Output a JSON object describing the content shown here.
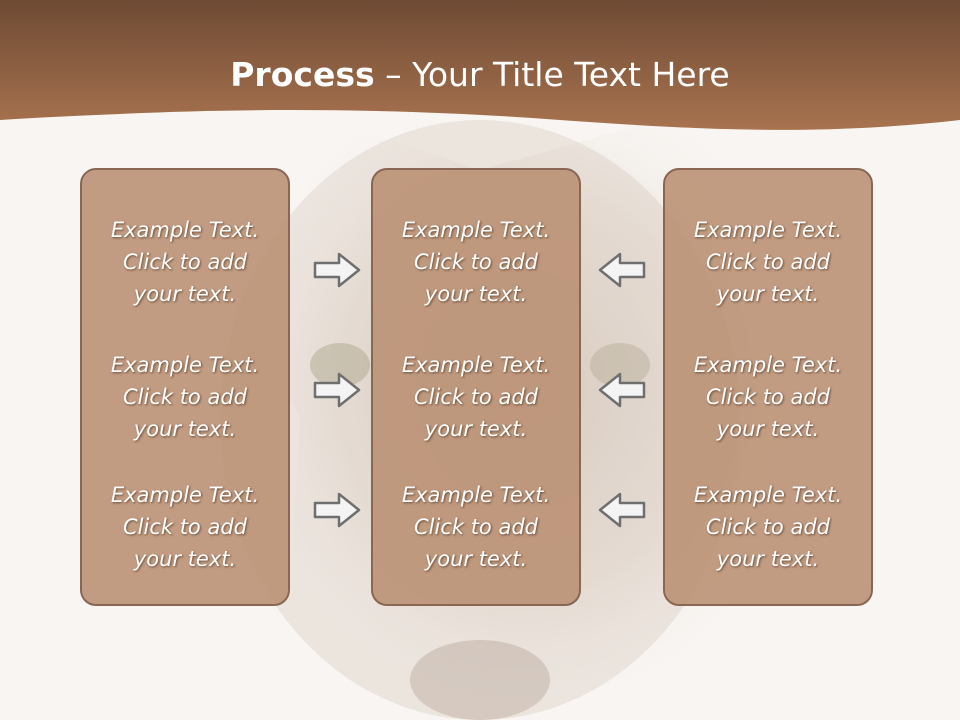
{
  "slide": {
    "title_bold": "Process",
    "title_rest": " – Your Title Text Here",
    "colors": {
      "header_dark": "#6e4a34",
      "header_light": "#a8734f",
      "box_fill": "#b98f72",
      "box_border": "#8a6654",
      "arrow_stroke": "#6f6f6f",
      "arrow_fill": "#f4f4f4"
    }
  },
  "columns": [
    {
      "items": [
        {
          "line1": "Example Text.",
          "line2": "Click  to add",
          "line3": "your text."
        },
        {
          "line1": "Example Text.",
          "line2": "Click  to add",
          "line3": "your text."
        },
        {
          "line1": "Example Text.",
          "line2": "Click  to add",
          "line3": "your text."
        }
      ]
    },
    {
      "items": [
        {
          "line1": "Example Text.",
          "line2": "Click  to add",
          "line3": "your text."
        },
        {
          "line1": "Example Text.",
          "line2": "Click  to add",
          "line3": "your text."
        },
        {
          "line1": "Example Text.",
          "line2": "Click  to add",
          "line3": "your text."
        }
      ]
    },
    {
      "items": [
        {
          "line1": "Example Text.",
          "line2": "Click  to add",
          "line3": "your text."
        },
        {
          "line1": "Example Text.",
          "line2": "Click  to add",
          "line3": "your text."
        },
        {
          "line1": "Example Text.",
          "line2": "Click  to add",
          "line3": "your text."
        }
      ]
    }
  ],
  "arrows": {
    "left_group": "right-arrow-icon",
    "right_group": "left-arrow-icon"
  }
}
